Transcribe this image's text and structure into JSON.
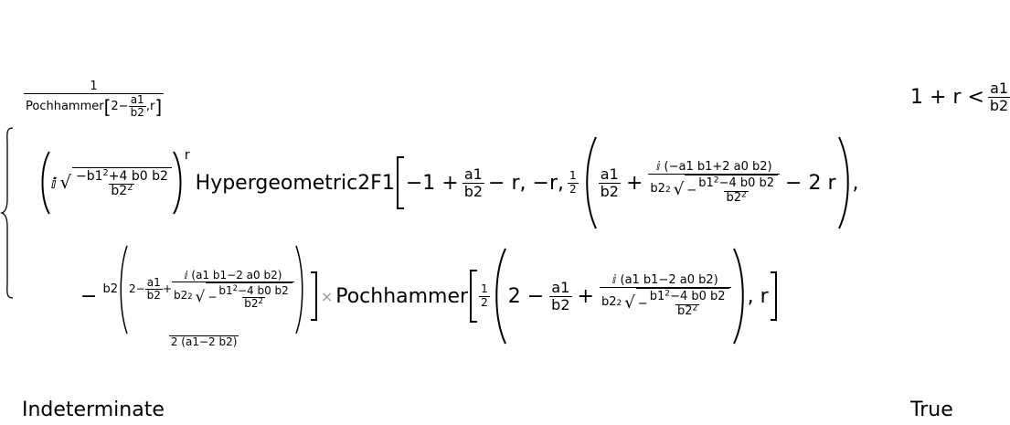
{
  "piecewise": {
    "case1": {
      "condition_lhs": "1 + r <",
      "condition_frac_num": "a1",
      "condition_frac_den": "b2",
      "top_frac_num": "1",
      "top_frac_den_name": "Pochhammer",
      "top_frac_den_arg_pre": "2−",
      "top_frac_den_arg_num": "a1",
      "top_frac_den_arg_den": "b2",
      "top_frac_den_arg_post": ",r",
      "line1_i": "ⅈ",
      "line1_sqrt_num": "−b1",
      "line1_sqrt_num_exp": "2",
      "line1_sqrt_num_rest": "+4 b0 b2",
      "line1_sqrt_den": "b2",
      "line1_sqrt_den_exp": "2",
      "line1_pow": "r",
      "hyp_name": "Hypergeometric2F1",
      "hyp_arg1_pre": "−1 +",
      "hyp_arg1_num": "a1",
      "hyp_arg1_den": "b2",
      "hyp_arg1_post": "− r, −r,",
      "hyp_arg3_half_num": "1",
      "hyp_arg3_half_den": "2",
      "hyp_arg3_a_num": "a1",
      "hyp_arg3_a_den": "b2",
      "hyp_arg3_plus": "+",
      "hyp_arg3_b_num": "ⅈ (−a1 b1+2 a0 b2)",
      "hyp_arg3_b_den_pre": "b2",
      "hyp_arg3_b_den_exp": "2",
      "hyp_arg3_b_sqrt_pre": "−",
      "hyp_arg3_b_sqrt_num": "b1",
      "hyp_arg3_b_sqrt_num_exp": "2",
      "hyp_arg3_b_sqrt_num_rest": "−4 b0 b2",
      "hyp_arg3_b_sqrt_den": "b2",
      "hyp_arg3_b_sqrt_den_exp": "2",
      "hyp_arg3_post": "− 2 r",
      "comma": ",",
      "line3_minus": "−",
      "line3_num_pre": "b2",
      "line3_num_inner_pre": "2−",
      "line3_num_inner_a_num": "a1",
      "line3_num_inner_a_den": "b2",
      "line3_num_inner_plus": "+",
      "line3_num_inner_b_num": "ⅈ (a1 b1−2 a0 b2)",
      "line3_num_inner_b_den": "b2",
      "line3_num_inner_b_den_exp": "2",
      "line3_num_inner_sqrt_pre": "−",
      "line3_num_inner_sqrt_num": "b1",
      "line3_num_inner_sqrt_num_exp": "2",
      "line3_num_inner_sqrt_num_rest": "−4 b0 b2",
      "line3_num_inner_sqrt_den": "b2",
      "line3_num_inner_sqrt_den_exp": "2",
      "line3_den": "2 (a1−2 b2)",
      "times": "×",
      "poch_name": "Pochhammer",
      "poch_half_num": "1",
      "poch_half_den": "2",
      "poch_pre": "2 −",
      "poch_a_num": "a1",
      "poch_a_den": "b2",
      "poch_plus": "+",
      "poch_b_num": "ⅈ (a1 b1−2 a0 b2)",
      "poch_b_den": "b2",
      "poch_b_den_exp": "2",
      "poch_sqrt_pre": "−",
      "poch_sqrt_num": "b1",
      "poch_sqrt_num_exp": "2",
      "poch_sqrt_num_rest": "−4 b0 b2",
      "poch_sqrt_den": "b2",
      "poch_sqrt_den_exp": "2",
      "poch_post": ", r"
    },
    "case2": {
      "value": "Indeterminate",
      "condition": "True"
    }
  }
}
